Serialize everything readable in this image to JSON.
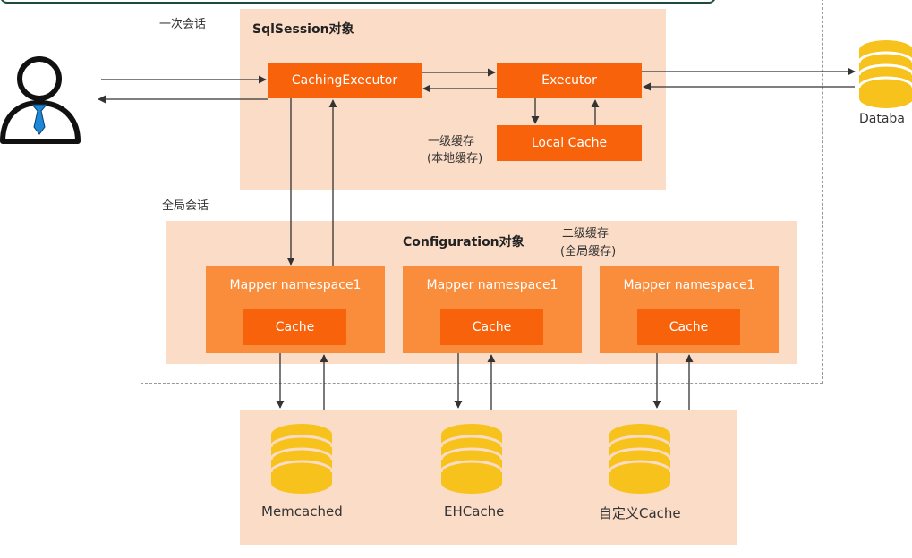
{
  "diagram": {
    "session_label": "一次会话",
    "global_session_label": "全局会话",
    "sqlsession": {
      "title": "SqlSession对象",
      "caching_executor": "CachingExecutor",
      "executor": "Executor",
      "local_cache": "Local Cache",
      "level1_cache_label": "一级缓存",
      "level1_cache_sub": "(本地缓存)"
    },
    "configuration": {
      "title": "Configuration对象",
      "level2_cache_label": "二级缓存",
      "level2_cache_sub": "(全局缓存)",
      "mappers": [
        {
          "title": "Mapper namespace1",
          "cache": "Cache"
        },
        {
          "title": "Mapper namespace1",
          "cache": "Cache"
        },
        {
          "title": "Mapper namespace1",
          "cache": "Cache"
        }
      ]
    },
    "database_label": "Databa",
    "stores": [
      {
        "label": "Memcached"
      },
      {
        "label": "EHCache"
      },
      {
        "label": "自定义Cache"
      }
    ]
  },
  "colors": {
    "panel_fill": "#fbdcc7",
    "box_fill": "#f7620a",
    "mapper_fill": "#f98d3c",
    "db_yellow": "#f8c21c",
    "person_tie": "#1e88d8"
  },
  "icons": [
    "user-icon",
    "database-icon"
  ]
}
